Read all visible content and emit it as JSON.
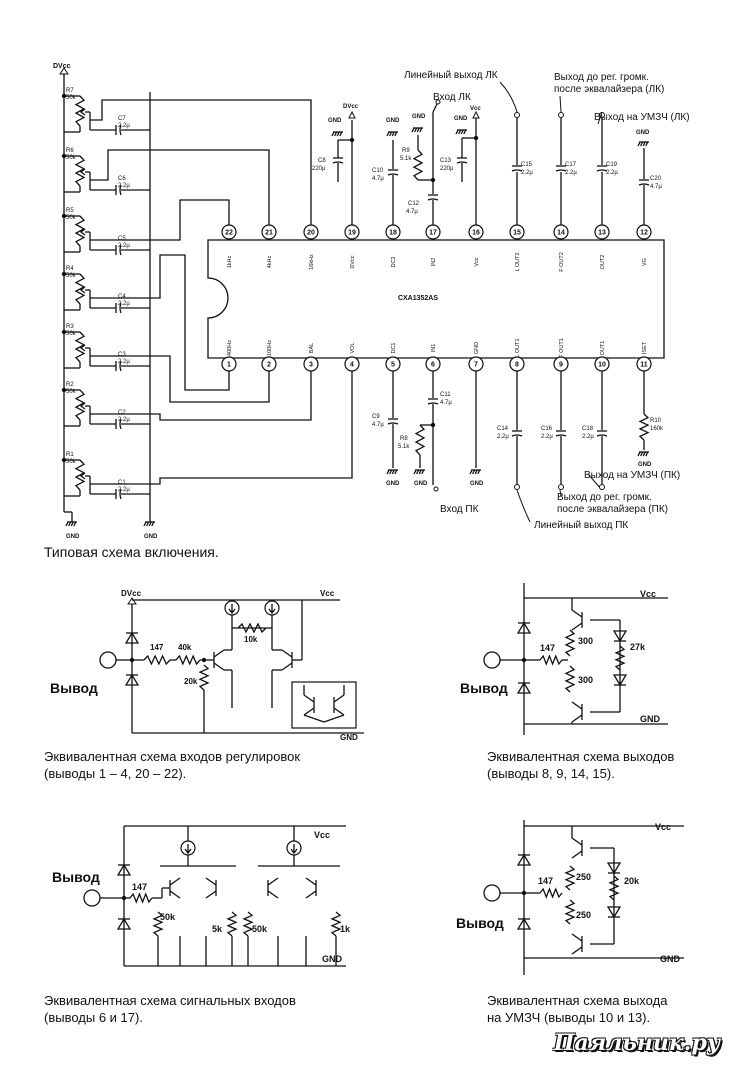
{
  "top": {
    "chip": "CXA1352AS",
    "dvcc_main": "DVcc",
    "caption": "Типовая схема включения.",
    "top_pins": [
      {
        "n": "22",
        "f": "1kHz"
      },
      {
        "n": "21",
        "f": "4kHz"
      },
      {
        "n": "20",
        "f": "16kHz"
      },
      {
        "n": "19",
        "f": "DVcc"
      },
      {
        "n": "18",
        "f": "DC2"
      },
      {
        "n": "17",
        "f": "IN2"
      },
      {
        "n": "16",
        "f": "Vcc"
      },
      {
        "n": "15",
        "f": "L OUT2"
      },
      {
        "n": "14",
        "f": "F OUT2"
      },
      {
        "n": "13",
        "f": "OUT2"
      },
      {
        "n": "12",
        "f": "VG"
      }
    ],
    "bottom_pins": [
      {
        "n": "1",
        "f": "400Hz"
      },
      {
        "n": "2",
        "f": "100Hz"
      },
      {
        "n": "3",
        "f": "BAL"
      },
      {
        "n": "4",
        "f": "VOL"
      },
      {
        "n": "5",
        "f": "DC1"
      },
      {
        "n": "6",
        "f": "IN1"
      },
      {
        "n": "7",
        "f": "GND"
      },
      {
        "n": "8",
        "f": "L OUT1"
      },
      {
        "n": "9",
        "f": "F OUT1"
      },
      {
        "n": "10",
        "f": "OUT1"
      },
      {
        "n": "11",
        "f": "ISET"
      }
    ],
    "pots": [
      {
        "ref": "R7",
        "val": "50k"
      },
      {
        "ref": "R6",
        "val": "50k"
      },
      {
        "ref": "R5",
        "val": "50k"
      },
      {
        "ref": "R4",
        "val": "50k"
      },
      {
        "ref": "R3",
        "val": "50k"
      },
      {
        "ref": "R2",
        "val": "50k"
      },
      {
        "ref": "R1",
        "val": "50k"
      }
    ],
    "left_caps": [
      {
        "ref": "C7",
        "val": "2.2µ"
      },
      {
        "ref": "C6",
        "val": "2.2µ"
      },
      {
        "ref": "C5",
        "val": "2.2µ"
      },
      {
        "ref": "C4",
        "val": "2.2µ"
      },
      {
        "ref": "C3",
        "val": "2.2µ"
      },
      {
        "ref": "C2",
        "val": "2.2µ"
      },
      {
        "ref": "C1",
        "val": "2.2µ"
      }
    ],
    "top_parts": [
      {
        "ref": "C8",
        "val": "220µ"
      },
      {
        "ref": "C10",
        "val": "4.7µ"
      },
      {
        "ref": "R9",
        "val": "5.1k"
      },
      {
        "ref": "C12",
        "val": "4.7µ"
      },
      {
        "ref": "C13",
        "val": "220µ"
      },
      {
        "ref": "C15",
        "val": "2.2µ"
      },
      {
        "ref": "C17",
        "val": "2.2µ"
      },
      {
        "ref": "C19",
        "val": "2.2µ"
      },
      {
        "ref": "C20",
        "val": "4.7µ"
      }
    ],
    "bottom_parts": [
      {
        "ref": "C9",
        "val": "4.7µ"
      },
      {
        "ref": "R8",
        "val": "5.1k"
      },
      {
        "ref": "C11",
        "val": "4.7µ"
      },
      {
        "ref": "C14",
        "val": "2.2µ"
      },
      {
        "ref": "C16",
        "val": "2.2µ"
      },
      {
        "ref": "C18",
        "val": "2.2µ"
      },
      {
        "ref": "R10",
        "val": "160k"
      }
    ],
    "gnd": "GND",
    "vcc": "Vcc",
    "labels": {
      "line_out_lk": "Линейный выход ЛК",
      "in_lk": "Вход ЛК",
      "out_pre_lk_1": "Выход до рег. громк.",
      "out_pre_lk_2": "после эквалайзера (ЛК)",
      "out_amp_lk": "Выход на УМЗЧ (ЛК)",
      "out_amp_pk": "Выход на УМЗЧ (ПК)",
      "out_pre_pk_1": "Выход до рег. громк.",
      "out_pre_pk_2": "после эквалайзера (ПК)",
      "in_pk": "Вход ПК",
      "line_out_pk": "Линейный выход ПК"
    }
  },
  "eq1": {
    "pin": "Вывод",
    "dvcc": "DVcc",
    "vcc": "Vcc",
    "gnd": "GND",
    "r1": "147",
    "r2": "40k",
    "r3": "20k",
    "r4": "10k",
    "caption1": "Эквивалентная схема входов регулировок",
    "caption2": "(выводы 1 – 4, 20 – 22)."
  },
  "eq2": {
    "pin": "Вывод",
    "vcc": "Vcc",
    "gnd": "GND",
    "r1": "147",
    "r2": "300",
    "r3": "300",
    "r4": "27k",
    "caption1": "Эквивалентная схема выходов",
    "caption2": "(выводы 8, 9, 14, 15)."
  },
  "eq3": {
    "pin": "Вывод",
    "vcc": "Vcc",
    "gnd": "GND",
    "r1": "147",
    "r2": "50k",
    "r3": "5k",
    "r4": "50k",
    "r5": "1k",
    "caption1": "Эквивалентная схема сигнальных входов",
    "caption2": "(выводы 6 и 17)."
  },
  "eq4": {
    "pin": "Вывод",
    "vcc": "Vcc",
    "gnd": "GND",
    "r1": "147",
    "r2": "250",
    "r3": "250",
    "r4": "20k",
    "caption1": "Эквивалентная схема выхода",
    "caption2": "на УМЗЧ (выводы 10 и 13)."
  },
  "watermark": "Паяльник.ру"
}
